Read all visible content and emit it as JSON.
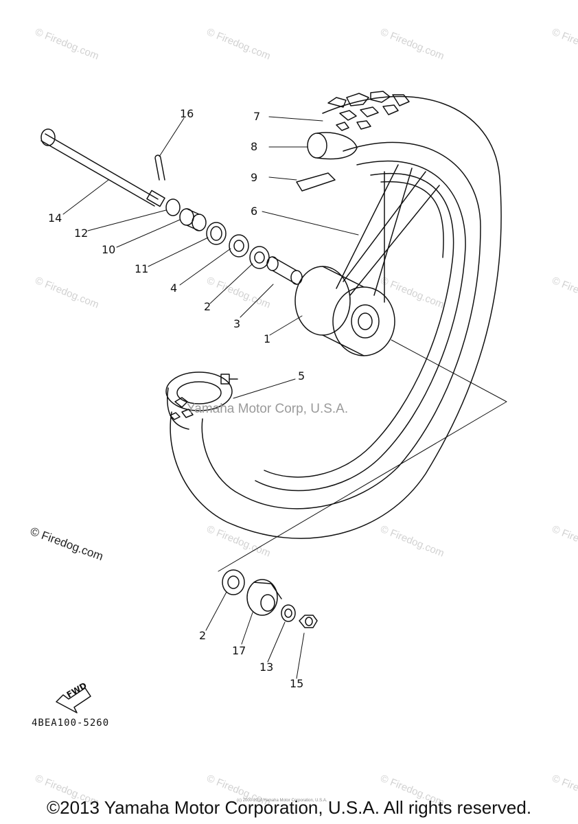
{
  "watermark_text": "© Firedog.com",
  "mid_watermark": "Yamaha Motor Corp, U.S.A.",
  "corner_credit": "© Firedog.com",
  "callouts": {
    "c1": "1",
    "c2a": "2",
    "c2b": "2",
    "c3": "3",
    "c4": "4",
    "c5": "5",
    "c6": "6",
    "c7": "7",
    "c8": "8",
    "c9": "9",
    "c10": "10",
    "c11": "11",
    "c12": "12",
    "c13": "13",
    "c14": "14",
    "c15": "15",
    "c16": "16",
    "c17": "17"
  },
  "fwd_label": "FWD",
  "part_code": "4BEA100-5260",
  "tiny_note": "(c) 2000-2010 Yamaha Motor Corporation, U.S.A.",
  "copyright": "©2013 Yamaha Motor Corporation, U.S.A. All rights reserved."
}
